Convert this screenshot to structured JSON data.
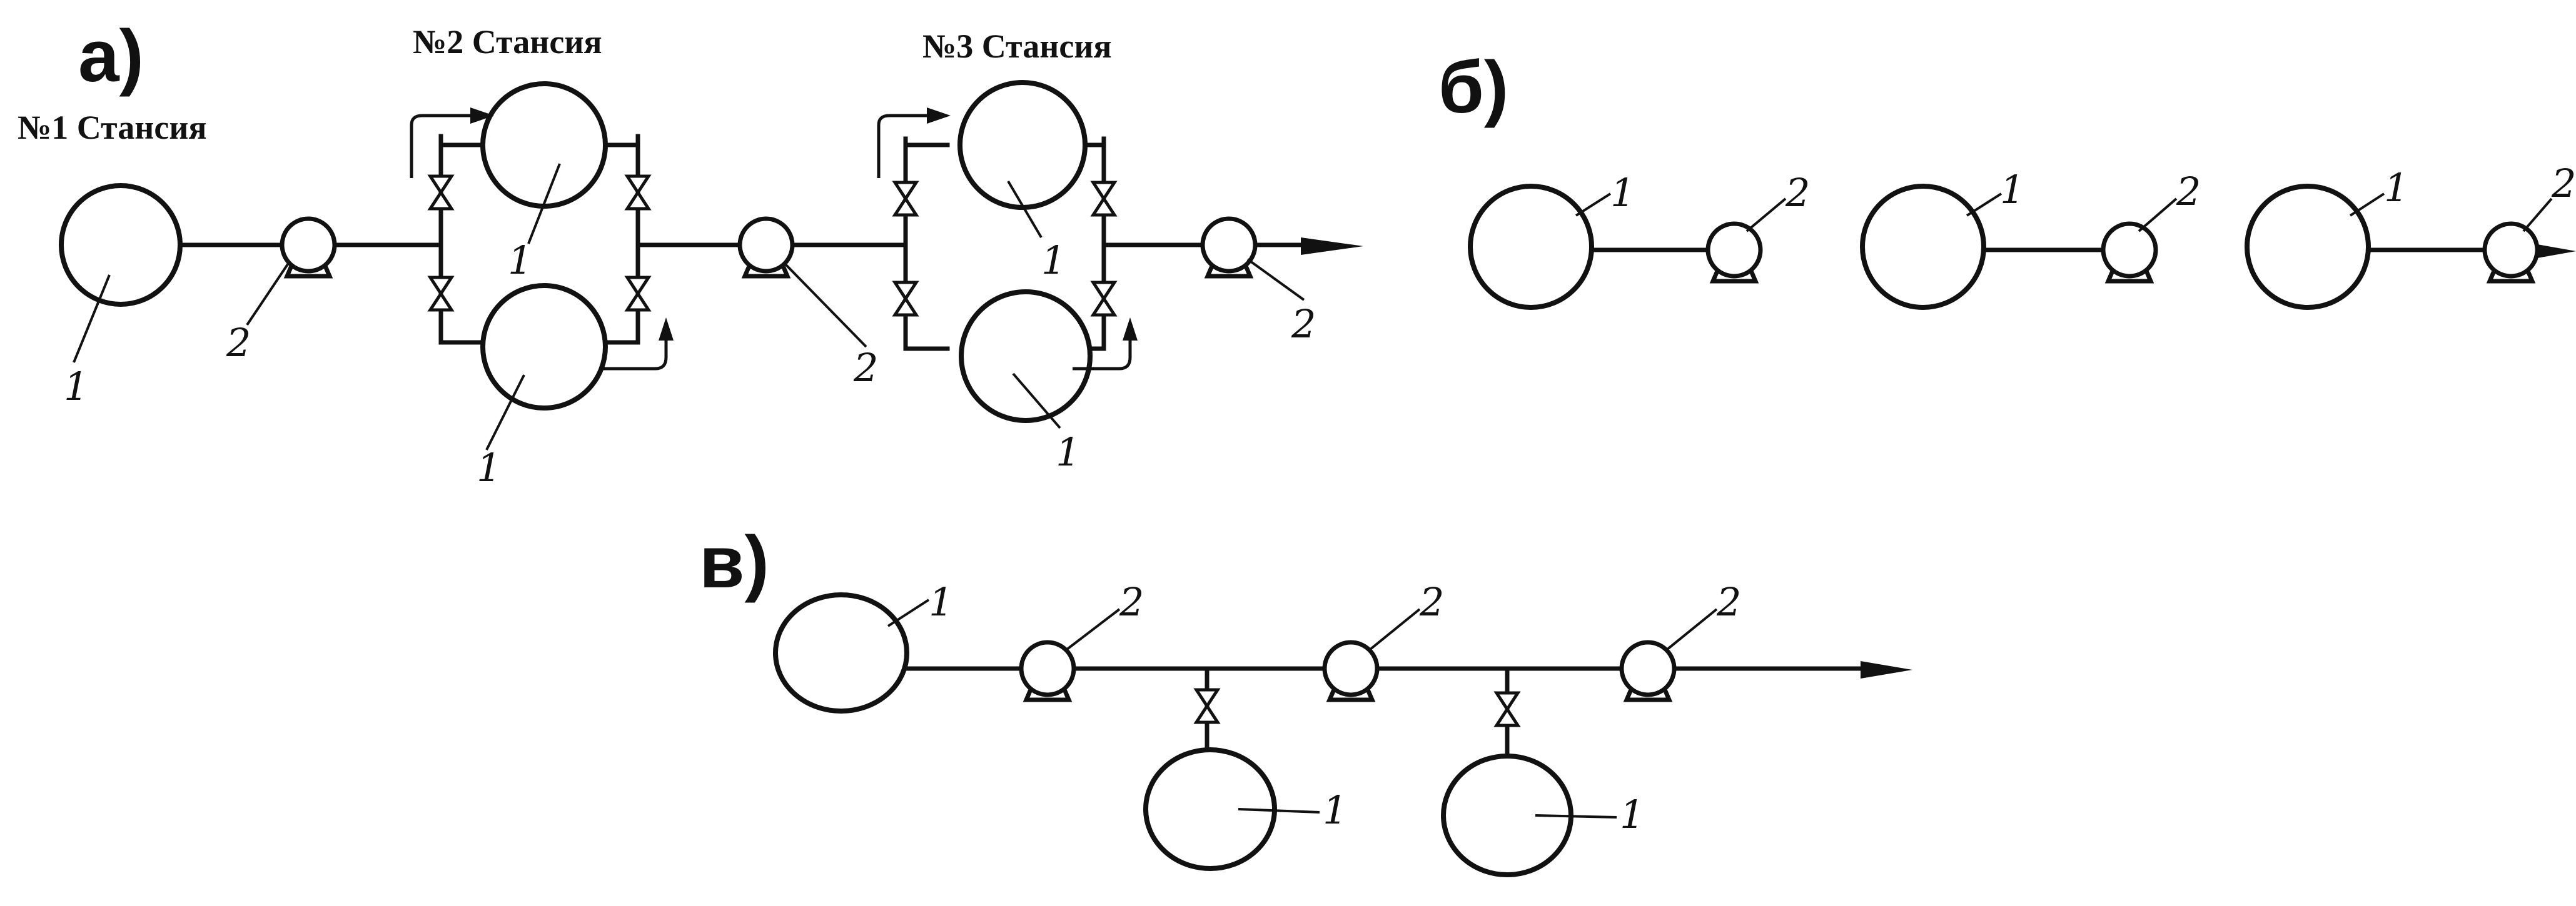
{
  "sections": {
    "a": "а)",
    "b": "б)",
    "v": "в)"
  },
  "stations": {
    "s1": "№1  Стансия",
    "s2": "№2  Стансия",
    "s3": "№3  Стансия"
  },
  "callouts": {
    "tank": "1",
    "pump": "2"
  },
  "icons": [
    "tank-circle",
    "pump-icon",
    "valve-icon",
    "flow-arrow"
  ]
}
